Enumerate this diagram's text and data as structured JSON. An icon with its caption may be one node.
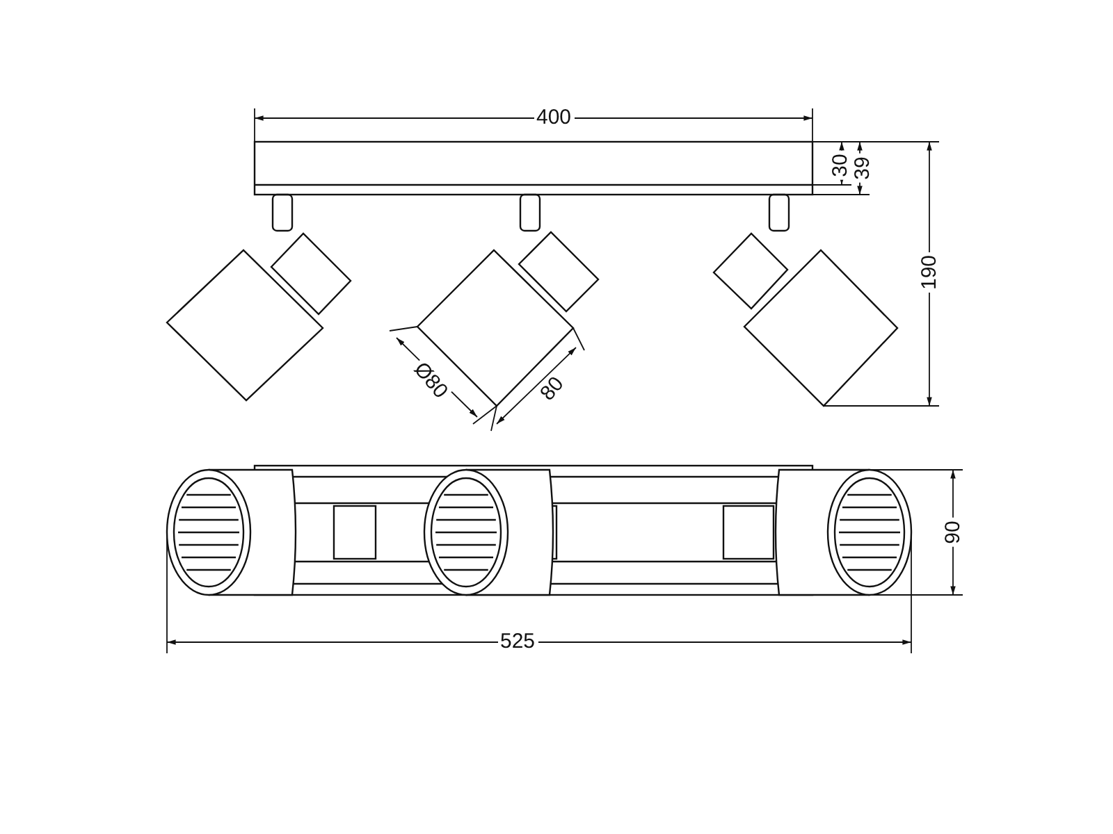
{
  "diagram": {
    "labels": [
      "400",
      "30",
      "39",
      "190",
      "Ø80",
      "80",
      "90",
      "525"
    ]
  }
}
